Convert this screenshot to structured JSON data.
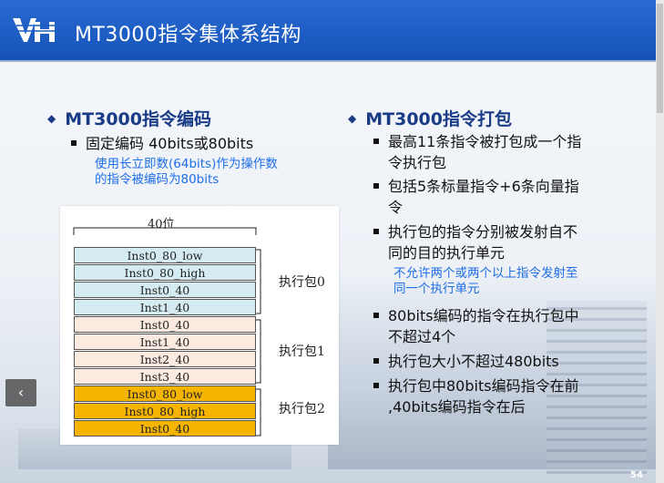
{
  "header": {
    "title": "MT3000指令集体系结构"
  },
  "left": {
    "heading": "MT3000指令编码",
    "bullet": "固定编码 40bits或80bits",
    "note": [
      "使用长立即数(64bits)作为操作数",
      "的指令被编码为80bits"
    ],
    "diagram": {
      "width_label": "40位",
      "groups": [
        {
          "label": "执行包0",
          "cells": [
            "Inst0_80_low",
            "Inst0_80_high",
            "Inst0_40",
            "Inst1_40"
          ]
        },
        {
          "label": "执行包1",
          "cells": [
            "Inst0_40",
            "Inst1_40",
            "Inst2_40",
            "Inst3_40"
          ]
        },
        {
          "label": "执行包2",
          "cells": [
            "Inst0_80_low",
            "Inst0_80_high",
            "Inst0_40"
          ]
        }
      ],
      "colors": {
        "group0": "#d4ecf1",
        "group1": "#fbeadf",
        "group2": "#f4b400"
      }
    }
  },
  "right": {
    "heading": "MT3000指令打包",
    "bullets": [
      [
        "最高11条指令被打包成一个指",
        "令执行包"
      ],
      [
        "包括5条标量指令+6条向量指",
        "令"
      ],
      [
        "执行包的指令分别被发射自不",
        "同的目的执行单元"
      ],
      [
        "80bits编码的指令在执行包中",
        "不超过4个"
      ],
      [
        "执行包大小不超过480bits"
      ],
      [
        "执行包中80bits编码指令在前",
        ",40bits编码指令在后"
      ]
    ],
    "note": [
      "不允许两个或两个以上指令发射至",
      "同一个执行单元"
    ]
  },
  "nav": {
    "prev_icon": "‹"
  },
  "page_number": "54"
}
